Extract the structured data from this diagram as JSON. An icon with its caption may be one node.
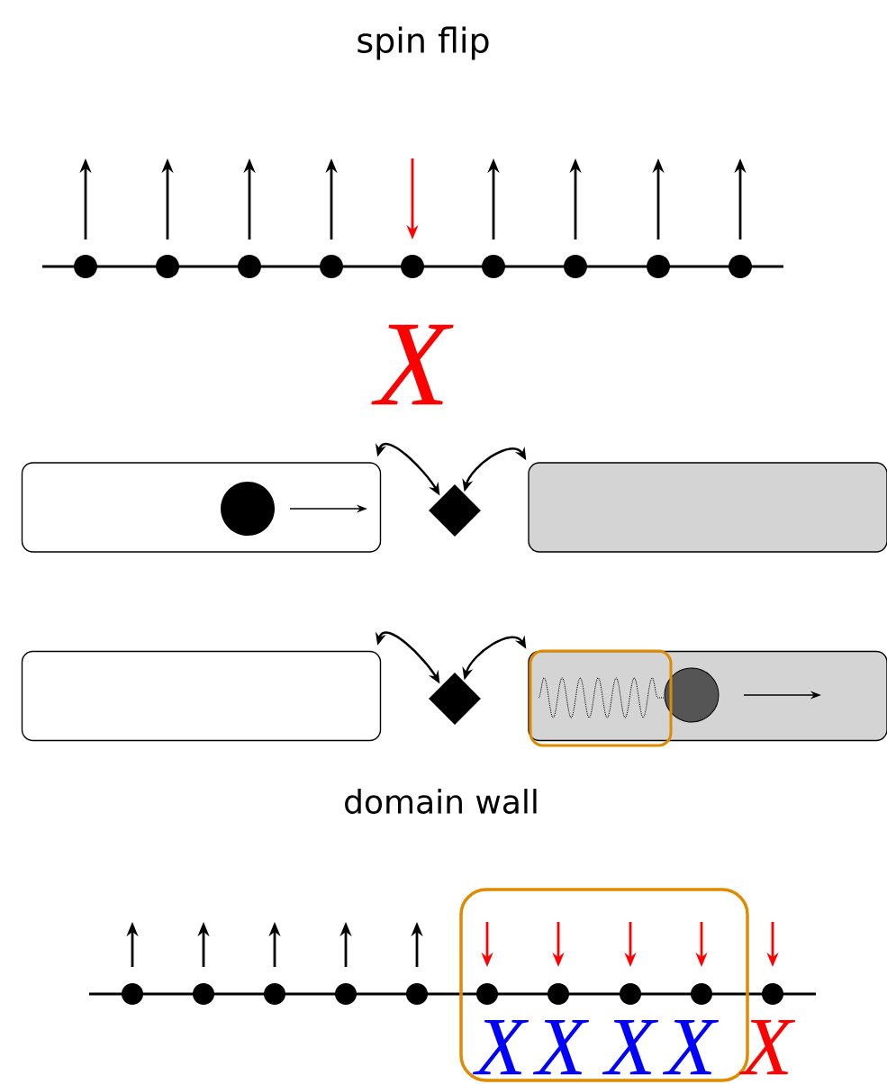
{
  "diagram": {
    "title": "spin flip",
    "nodes": [
      {
        "text": [],
        "shape": "box"
      },
      {
        "text": [],
        "shape": "diamond"
      },
      {
        "text": [],
        "shape": "box"
      },
      {
        "text": [],
        "shape": "box"
      },
      {
        "text": [],
        "shape": "diamond"
      },
      {
        "text": [],
        "shape": "box"
      }
    ],
    "edges": [
      {
        "from": 0,
        "to": 1,
        "arrow": "both"
      },
      {
        "from": 1,
        "to": 2,
        "arrow": "both"
      },
      {
        "from": 3,
        "to": 4,
        "arrow": "both"
      },
      {
        "from": 4,
        "to": 5,
        "arrow": "both"
      }
    ],
    "labels": [
      "X",
      "domain wall",
      "X",
      "X",
      "X",
      "X",
      "X"
    ]
  }
}
